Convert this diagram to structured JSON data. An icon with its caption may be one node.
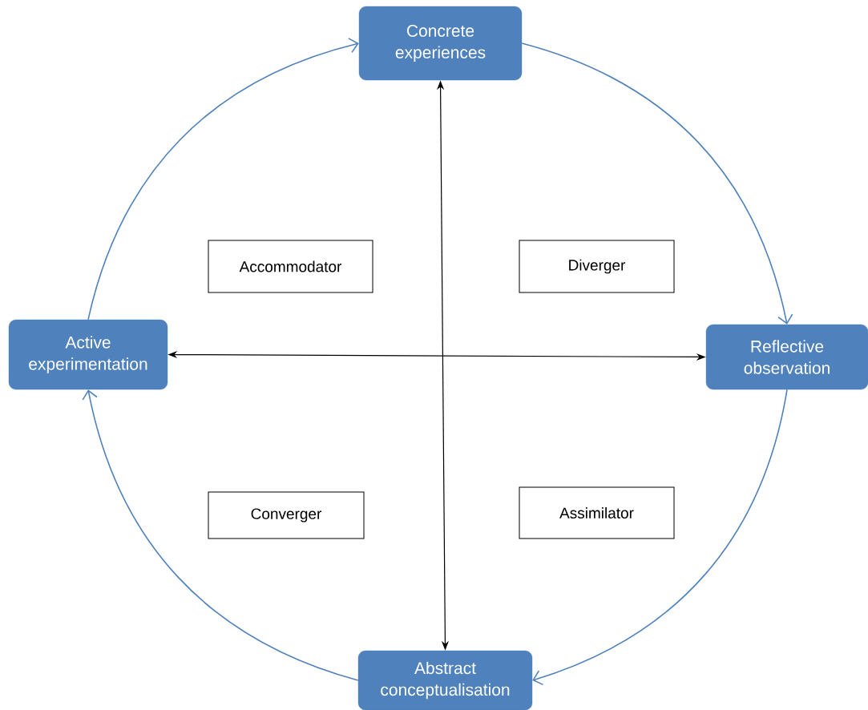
{
  "diagram": {
    "nodes": [
      {
        "text": [
          "Concrete experiences"
        ]
      },
      {
        "text": [
          "Reflective observation"
        ]
      },
      {
        "text": [
          "Abstract conceptualisation"
        ]
      },
      {
        "text": [
          "Active experimentation"
        ]
      },
      {
        "text": [
          "Accommodator"
        ]
      },
      {
        "text": [
          "Diverger"
        ]
      },
      {
        "text": [
          "Converger"
        ]
      },
      {
        "text": [
          "Assimilator"
        ]
      }
    ],
    "edges": [
      {
        "from": 0,
        "to": 2,
        "arrow": "both",
        "color": "#000000"
      },
      {
        "from": 3,
        "to": 1,
        "arrow": "both",
        "color": "#000000"
      },
      {
        "from": 0,
        "to": 1,
        "arrow": "to",
        "color": "#4f81bd"
      },
      {
        "from": 1,
        "to": 2,
        "arrow": "to",
        "color": "#4f81bd"
      },
      {
        "from": 2,
        "to": 3,
        "arrow": "to",
        "color": "#4f81bd"
      },
      {
        "from": 3,
        "to": 0,
        "arrow": "to",
        "color": "#4f81bd"
      }
    ]
  }
}
